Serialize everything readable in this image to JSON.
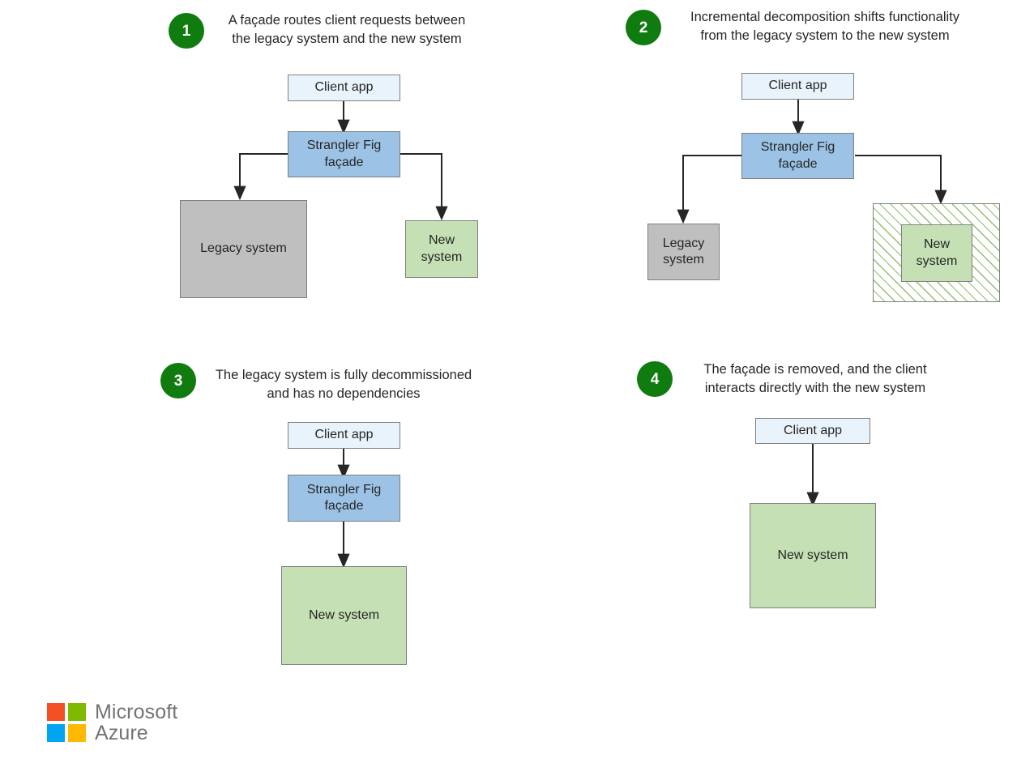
{
  "diagram": {
    "title": "Strangler Fig pattern migration stages",
    "background": "#ffffff",
    "colors": {
      "badge_green": "#107C10",
      "client_fill": "#E9F3FC",
      "facade_fill": "#9CC3E5",
      "legacy_fill": "#BFBFBF",
      "new_fill": "#C5E0B4",
      "hatch_stroke": "#8FBE6E",
      "box_border": "#7F7F7F",
      "arrow": "#262626",
      "text": "#262626"
    }
  },
  "steps": [
    {
      "number": "1",
      "caption": "A façade routes client requests between\nthe legacy system and the new system",
      "nodes": {
        "client": "Client app",
        "facade": "Strangler Fig\nfaçade",
        "legacy": "Legacy system",
        "new": "New\nsystem"
      }
    },
    {
      "number": "2",
      "caption": "Incremental decomposition shifts functionality\nfrom the legacy system to the new system",
      "nodes": {
        "client": "Client app",
        "facade": "Strangler Fig\nfaçade",
        "legacy": "Legacy\nsystem",
        "new": "New\nsystem"
      }
    },
    {
      "number": "3",
      "caption": "The legacy system is fully decommissioned\nand has no dependencies",
      "nodes": {
        "client": "Client app",
        "facade": "Strangler Fig\nfaçade",
        "new": "New system"
      }
    },
    {
      "number": "4",
      "caption": "The façade is removed, and the client\ninteracts directly with the new system",
      "nodes": {
        "client": "Client app",
        "new": "New system"
      }
    }
  ],
  "logo": {
    "line1": "Microsoft",
    "line2": "Azure",
    "squares": [
      {
        "name": "red",
        "color": "#F25022"
      },
      {
        "name": "green",
        "color": "#7FBA00"
      },
      {
        "name": "blue",
        "color": "#00A4EF"
      },
      {
        "name": "yellow",
        "color": "#FFB900"
      }
    ]
  }
}
